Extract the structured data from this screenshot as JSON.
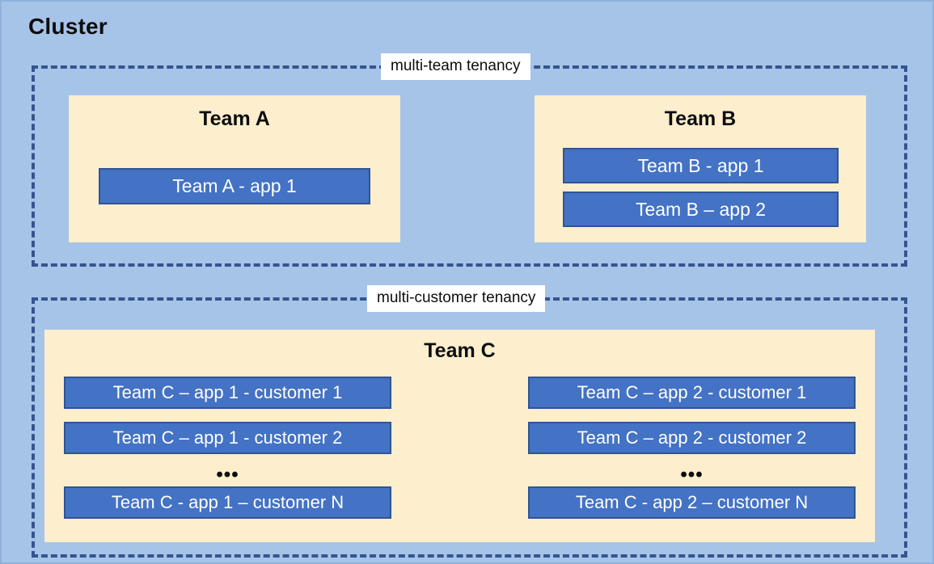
{
  "diagram": {
    "title": "Cluster",
    "background_color": "#a6c4e8",
    "zone_border_color": "#36548f",
    "team_box_color": "#fdeecd",
    "app_box_color": "#4472c4",
    "app_box_border_color": "#2f5496",
    "app_text_color": "#ffffff"
  },
  "zones": [
    {
      "label": "multi-team tenancy",
      "teams": [
        {
          "name": "Team A",
          "apps": [
            {
              "label": "Team A - app 1"
            }
          ]
        },
        {
          "name": "Team B",
          "apps": [
            {
              "label": "Team B - app 1"
            },
            {
              "label": "Team B – app 2"
            }
          ]
        }
      ]
    },
    {
      "label": "multi-customer tenancy",
      "teams": [
        {
          "name": "Team C",
          "columns": [
            {
              "items": [
                {
                  "label": "Team C – app 1 - customer 1"
                },
                {
                  "label": "Team C – app 1 - customer 2"
                }
              ],
              "ellipsis": "•••",
              "last": {
                "label": "Team C - app 1 – customer N"
              }
            },
            {
              "items": [
                {
                  "label": "Team C – app 2 - customer 1"
                },
                {
                  "label": "Team C – app 2 - customer 2"
                }
              ],
              "ellipsis": "•••",
              "last": {
                "label": "Team C - app 2 – customer N"
              }
            }
          ]
        }
      ]
    }
  ]
}
